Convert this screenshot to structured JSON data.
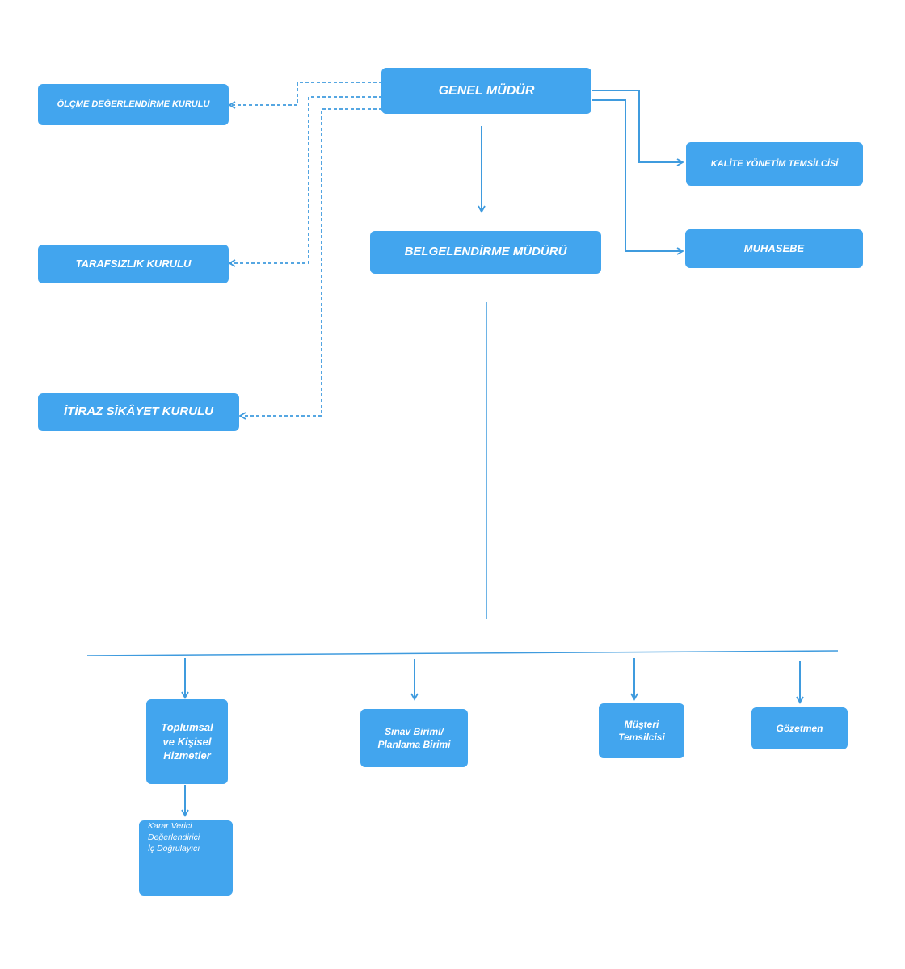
{
  "colors": {
    "box": "#42A5EE",
    "line": "#3F9BDE"
  },
  "nodes": {
    "genel_mudur": "GENEL MÜDÜR",
    "olcme": "ÖLÇME DEĞERLENDİRME KURULU",
    "tarafsizlik": "TARAFSIZLIK KURULU",
    "itiraz": "İTİRAZ SİKÂYET KURULU",
    "belgelendirme": "BELGELENDİRME MÜDÜRÜ",
    "kalite": "KALİTE YÖNETİM TEMSİLCİSİ",
    "muhasebe": "MUHASEBE",
    "toplumsal": [
      "Toplumsal",
      "ve Kişisel",
      "Hizmetler"
    ],
    "sinav": [
      "Sınav Birimi/",
      "Planlama Birimi"
    ],
    "musteri": [
      "Müşteri",
      "Temsilcisi"
    ],
    "gozetmen": "Gözetmen",
    "karar": [
      "Karar Verici",
      "Değerlendirici",
      "İç Doğrulayıcı"
    ]
  }
}
